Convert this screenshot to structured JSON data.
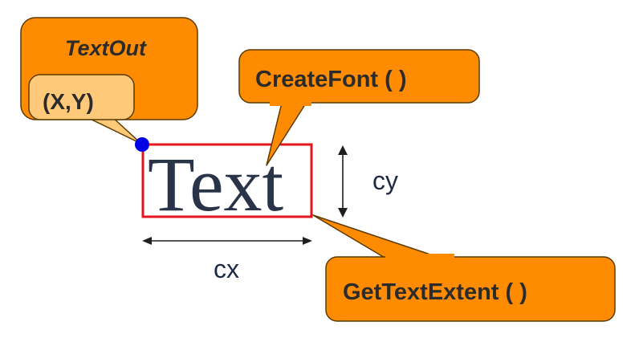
{
  "callouts": {
    "textout": {
      "label": "TextOut",
      "sub_label": "(X,Y)"
    },
    "createfont": {
      "label": "CreateFont ( )"
    },
    "gettextextent": {
      "label": "GetTextExtent ( )"
    }
  },
  "sample": {
    "text": "Text"
  },
  "dimensions": {
    "width_label": "cx",
    "height_label": "cy"
  },
  "colors": {
    "callout_fill": "#ff8c00",
    "callout_light_fill": "#ffc97a",
    "callout_stroke": "#5a3a00",
    "extent_box": "#e8141b",
    "origin_dot": "#0000e6",
    "arrow": "#1f1f1f"
  }
}
